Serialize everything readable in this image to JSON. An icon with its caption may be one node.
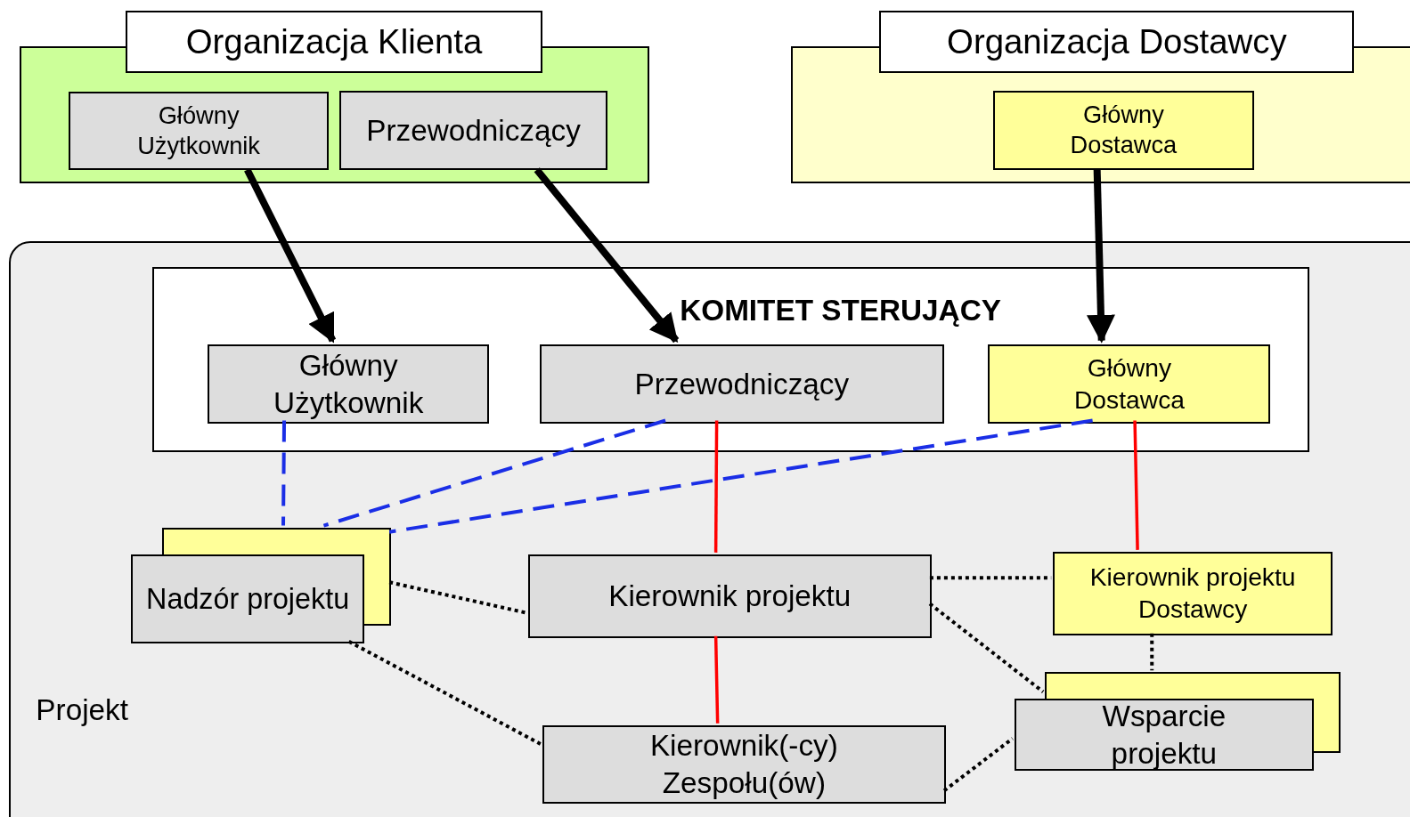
{
  "diagram": {
    "nodes": [
      {
        "text": [
          "Organizacja Klienta"
        ]
      },
      {
        "text": [
          "Główny Użytkownik"
        ],
        "in": 0
      },
      {
        "text": [
          "Przewodniczący"
        ],
        "in": 0
      },
      {
        "text": [
          "Organizacja Dostawcy"
        ]
      },
      {
        "text": [
          "Główny Dostawca"
        ],
        "in": 3
      },
      {
        "text": [
          "Projekt"
        ]
      },
      {
        "text": [
          "KOMITET STERUJĄCY"
        ],
        "in": 5
      },
      {
        "text": [
          "Główny Użytkownik"
        ],
        "in": 6
      },
      {
        "text": [
          "Przewodniczący"
        ],
        "in": 6
      },
      {
        "text": [
          "Główny Dostawca"
        ],
        "in": 6
      },
      {
        "text": [
          "Nadzór projektu"
        ],
        "in": 5
      },
      {
        "text": [
          "Kierownik projektu"
        ],
        "in": 5
      },
      {
        "text": [
          "Kierownik projektu Dostawcy"
        ],
        "in": 5
      },
      {
        "text": [
          "Wsparcie projektu"
        ],
        "in": 5
      },
      {
        "text": [
          "Kierownik(-cy) Zespołu(ów)"
        ],
        "in": 5
      }
    ],
    "edges": [
      {
        "from": 1,
        "to": 7,
        "arrow": "to",
        "style": "thick"
      },
      {
        "from": 2,
        "to": 8,
        "arrow": "to",
        "style": "thick"
      },
      {
        "from": 4,
        "to": 9,
        "arrow": "to",
        "style": "thick"
      },
      {
        "from": 7,
        "to": 10,
        "arrow": "none",
        "style": "dashed",
        "color": "#1a2ee6"
      },
      {
        "from": 8,
        "to": 10,
        "arrow": "none",
        "style": "dashed",
        "color": "#1a2ee6"
      },
      {
        "from": 9,
        "to": 10,
        "arrow": "none",
        "style": "dashed",
        "color": "#1a2ee6"
      },
      {
        "from": 8,
        "to": 11,
        "arrow": "none",
        "color": "#ff0000"
      },
      {
        "from": 9,
        "to": 12,
        "arrow": "none",
        "color": "#ff0000"
      },
      {
        "from": 11,
        "to": 14,
        "arrow": "none",
        "color": "#ff0000"
      },
      {
        "from": 10,
        "to": 11,
        "arrow": "none",
        "style": "dashed"
      },
      {
        "from": 11,
        "to": 12,
        "arrow": "none",
        "style": "dashed"
      },
      {
        "from": 11,
        "to": 13,
        "arrow": "none",
        "style": "dashed"
      },
      {
        "from": 12,
        "to": 13,
        "arrow": "none",
        "style": "dashed"
      },
      {
        "from": 10,
        "to": 14,
        "arrow": "none",
        "style": "dashed"
      },
      {
        "from": 14,
        "to": 13,
        "arrow": "none",
        "style": "dashed"
      }
    ]
  }
}
